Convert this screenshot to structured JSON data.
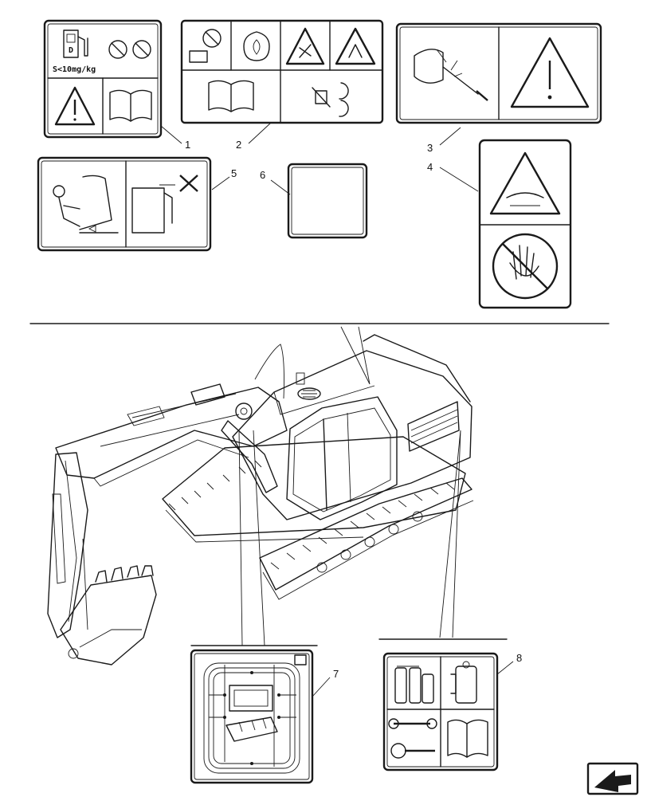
{
  "callouts": {
    "c1": "1",
    "c2": "2",
    "c3": "3",
    "c4": "4",
    "c5": "5",
    "c6": "6",
    "c7": "7",
    "c8": "8"
  },
  "decal1": {
    "sulfur_spec": "S<10mg/kg"
  },
  "icons": {
    "fuel_pump": "fuel-pump-icon",
    "no_fire": "no-open-flame-icon",
    "warning": "warning-triangle-icon",
    "manual": "operator-manual-icon",
    "pressure_jet": "high-pressure-jet-icon",
    "no_touch": "do-not-touch-hand-icon",
    "hot_surface": "hot-surface-warning-icon",
    "wrench": "wrench-icon",
    "fuel_filter": "fuel-filter-icon",
    "next_page": "next-page-arrow-icon"
  },
  "colors": {
    "ink": "#1a1a1a",
    "background": "#ffffff"
  }
}
